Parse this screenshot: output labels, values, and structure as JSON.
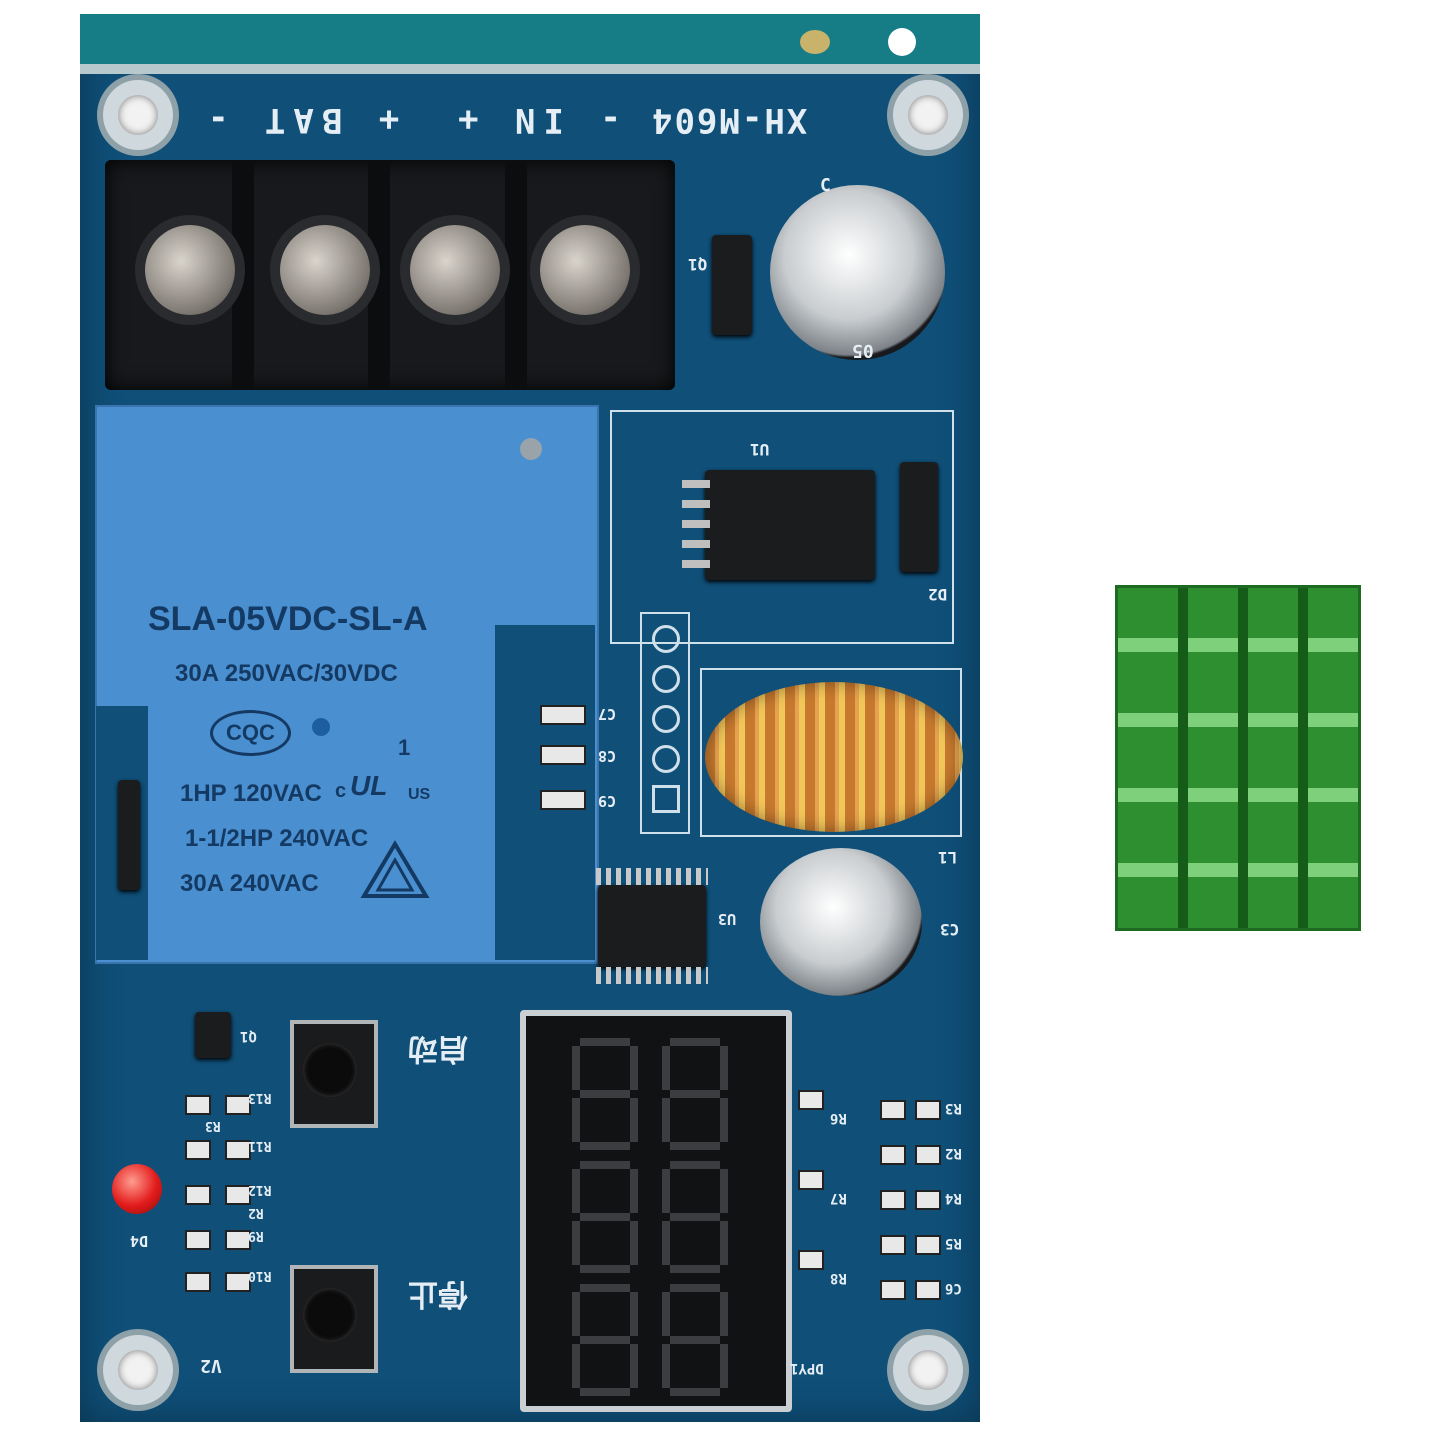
{
  "board": {
    "model": "XH-M604",
    "terminal_labels": {
      "bat": "+ BAT -",
      "in": "- IN +"
    },
    "ref_designators": {
      "q1_top": "Q1",
      "c_top": "C",
      "c_top_cap": "05",
      "u1": "U1",
      "d2": "D2",
      "c7": "C7",
      "c8": "C8",
      "c9": "C9",
      "u3": "U3",
      "l1": "L1",
      "c3": "C3",
      "q1_bottom": "Q1",
      "r13": "R13",
      "r3_left": "R3",
      "r11": "R11",
      "r12": "R12",
      "r9": "R9",
      "r10": "R10",
      "r2_left": "R2",
      "d4": "D4",
      "v2": "V2",
      "r6": "R6",
      "r7": "R7",
      "r8": "R8",
      "dpy1": "DPY1",
      "r3": "R3",
      "r2": "R2",
      "r4": "R4",
      "r5": "R5",
      "c6": "C6"
    },
    "buttons": {
      "start": "启动",
      "stop": "停止"
    }
  },
  "relay": {
    "model": "SLA-05VDC-SL-A",
    "rating1": "30A 250VAC/30VDC",
    "cert": "CQC",
    "pin": "1",
    "rating2": "1HP 120VAC",
    "ul": "c",
    "us": "US",
    "rating3": "1-1/2HP 240VAC",
    "rating4": "30A 240VAC"
  },
  "colors": {
    "pcb": "#0f4f78",
    "relay": "#4a8fd0",
    "heatsink": "#2d8f2f",
    "led": "#e21b1b"
  }
}
